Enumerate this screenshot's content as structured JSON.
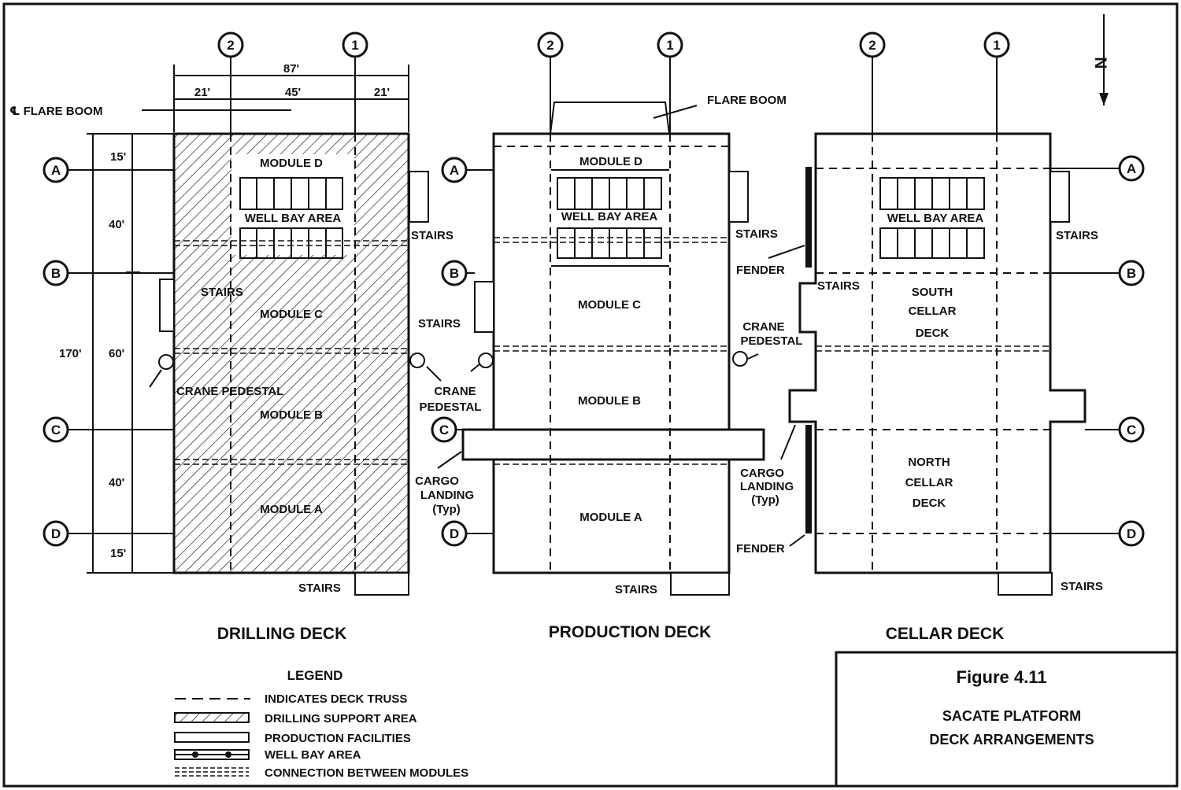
{
  "drilling_deck": {
    "title": "DRILLING DECK",
    "dim_total_width": "87'",
    "dim_left": "21'",
    "dim_mid": "45'",
    "dim_right": "21'",
    "flare_boom_cl": "℄ FLARE BOOM",
    "dim_total_length": "170'",
    "dim_15_top": "15'",
    "dim_40_top": "40'",
    "dim_60": "60'",
    "dim_40_bottom": "40'",
    "dim_15_bottom": "15'",
    "module_d": "MODULE D",
    "well_bay": "WELL BAY AREA",
    "module_c": "MODULE C",
    "module_b": "MODULE B",
    "module_a": "MODULE A",
    "stairs_ne": "STAIRS",
    "stairs_w": "STAIRS",
    "stairs_bottom": "STAIRS",
    "crane_pedestal": "CRANE PEDESTAL",
    "crane_pedestal_right_1": "CRANE",
    "crane_pedestal_right_2": "PEDESTAL"
  },
  "production_deck": {
    "title": "PRODUCTION DECK",
    "flare_boom": "FLARE BOOM",
    "module_d": "MODULE D",
    "well_bay": "WELL BAY AREA",
    "module_c": "MODULE C",
    "module_b": "MODULE B",
    "module_a": "MODULE A",
    "stairs_ne": "STAIRS",
    "stairs_w": "STAIRS",
    "stairs_bottom": "STAIRS",
    "crane_pedestal_1": "CRANE",
    "crane_pedestal_2": "PEDESTAL",
    "cargo_landing_1": "CARGO",
    "cargo_landing_2": "LANDING",
    "cargo_landing_3": "(Typ)"
  },
  "cellar_deck": {
    "title": "CELLAR DECK",
    "well_bay": "WELL BAY AREA",
    "south_1": "SOUTH",
    "south_2": "CELLAR",
    "south_3": "DECK",
    "north_1": "NORTH",
    "north_2": "CELLAR",
    "north_3": "DECK",
    "stairs_ne": "STAIRS",
    "stairs_w": "STAIRS",
    "stairs_bottom": "STAIRS",
    "fender_top": "FENDER",
    "fender_bottom": "FENDER",
    "crane_pedestal_1": "CRANE",
    "crane_pedestal_2": "PEDESTAL",
    "cargo_landing_1": "CARGO",
    "cargo_landing_2": "LANDING",
    "cargo_landing_3": "(Typ)"
  },
  "grid": {
    "col_2": "2",
    "col_1": "1",
    "row_a": "A",
    "row_b": "B",
    "row_c": "C",
    "row_d": "D"
  },
  "north_arrow": "N",
  "legend": {
    "title": "LEGEND",
    "items": [
      "INDICATES DECK TRUSS",
      "DRILLING SUPPORT AREA",
      "PRODUCTION FACILITIES",
      "WELL BAY AREA",
      "CONNECTION BETWEEN MODULES"
    ]
  },
  "title_block": {
    "figure": "Figure 4.11",
    "line1": "SACATE PLATFORM",
    "line2": "DECK ARRANGEMENTS"
  }
}
